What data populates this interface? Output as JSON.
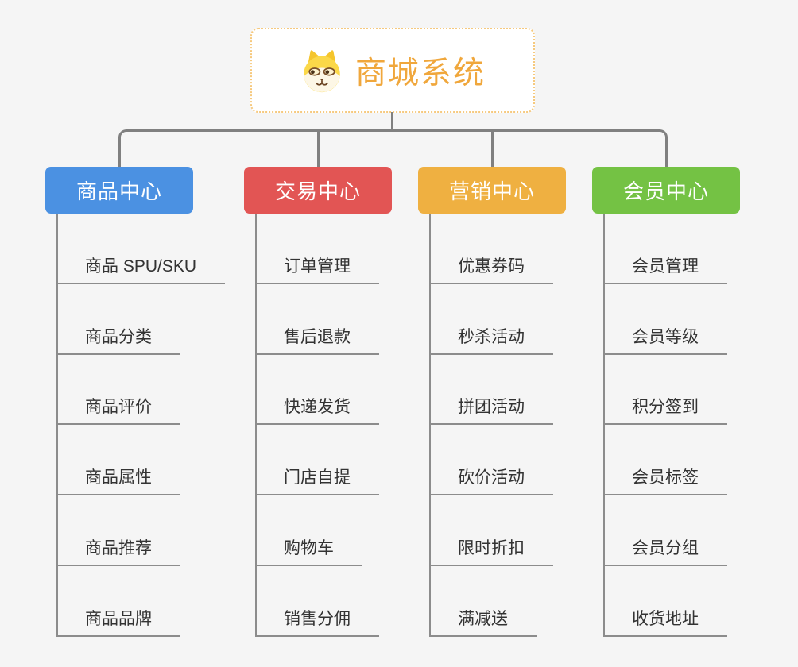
{
  "root": {
    "title": "商城系统",
    "icon": "dog-face-icon"
  },
  "branches": [
    {
      "label": "商品中心",
      "color": "#4B91E2",
      "children": [
        "商品 SPU/SKU",
        "商品分类",
        "商品评价",
        "商品属性",
        "商品推荐",
        "商品品牌"
      ]
    },
    {
      "label": "交易中心",
      "color": "#E25554",
      "children": [
        "订单管理",
        "售后退款",
        "快递发货",
        "门店自提",
        "购物车",
        "销售分佣"
      ]
    },
    {
      "label": "营销中心",
      "color": "#EFB041",
      "children": [
        "优惠券码",
        "秒杀活动",
        "拼团活动",
        "砍价活动",
        "限时折扣",
        "满减送"
      ]
    },
    {
      "label": "会员中心",
      "color": "#74C244",
      "children": [
        "会员管理",
        "会员等级",
        "积分签到",
        "会员标签",
        "会员分组",
        "收货地址"
      ]
    }
  ],
  "colors": {
    "background": "#F5F5F5",
    "connector": "#808080",
    "leaf_line": "#8C8C8C",
    "root_accent": "#F0A73C",
    "root_border": "#F6C97E"
  }
}
